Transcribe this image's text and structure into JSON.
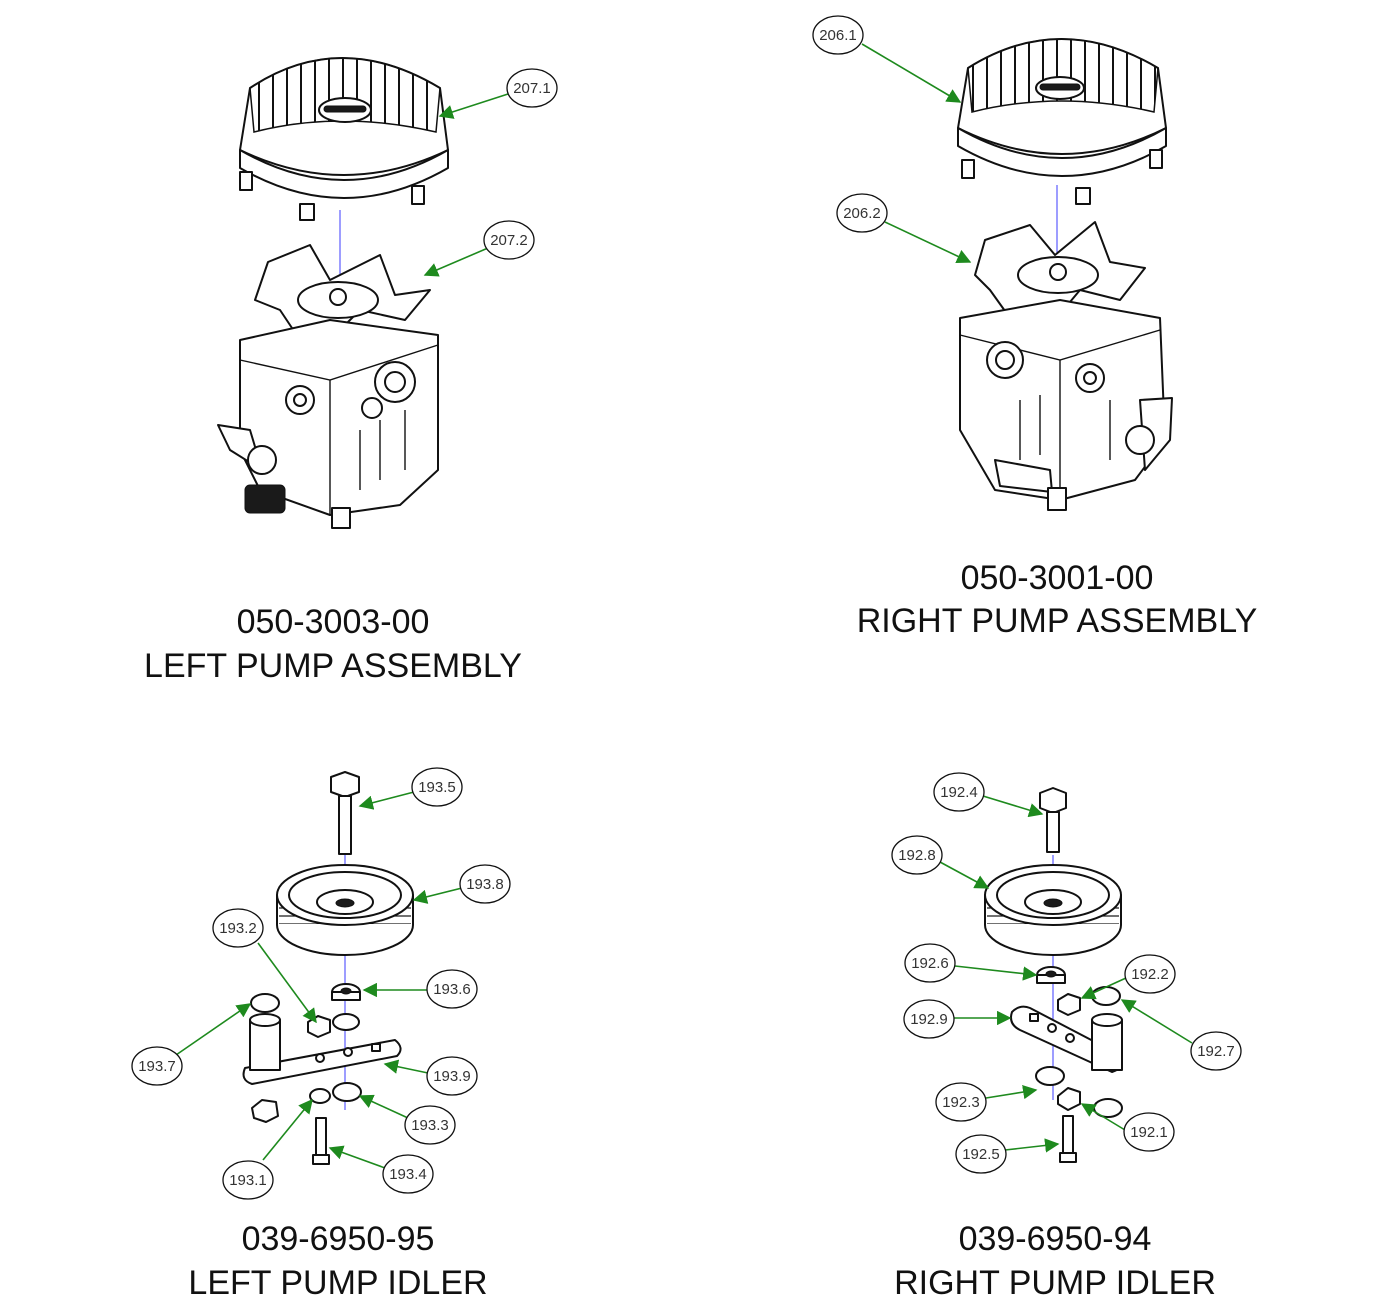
{
  "colors": {
    "leader": "#1e8a1e",
    "centerline": "#3b3bff",
    "line": "#111111"
  },
  "assemblies": [
    {
      "part_number": "050-3003-00",
      "title": "LEFT PUMP ASSEMBLY"
    },
    {
      "part_number": "050-3001-00",
      "title": "RIGHT PUMP ASSEMBLY"
    },
    {
      "part_number": "039-6950-95",
      "title": "LEFT PUMP IDLER"
    },
    {
      "part_number": "039-6950-94",
      "title": "RIGHT PUMP IDLER"
    }
  ],
  "callouts": {
    "c2071": "207.1",
    "c2072": "207.2",
    "c2061": "206.1",
    "c2062": "206.2",
    "c1935": "193.5",
    "c1938": "193.8",
    "c1932": "193.2",
    "c1936": "193.6",
    "c1937": "193.7",
    "c1939": "193.9",
    "c1933": "193.3",
    "c1931": "193.1",
    "c1934": "193.4",
    "c1924": "192.4",
    "c1928": "192.8",
    "c1926": "192.6",
    "c1922": "192.2",
    "c1929": "192.9",
    "c1927": "192.7",
    "c1923": "192.3",
    "c1921": "192.1",
    "c1925": "192.5"
  }
}
